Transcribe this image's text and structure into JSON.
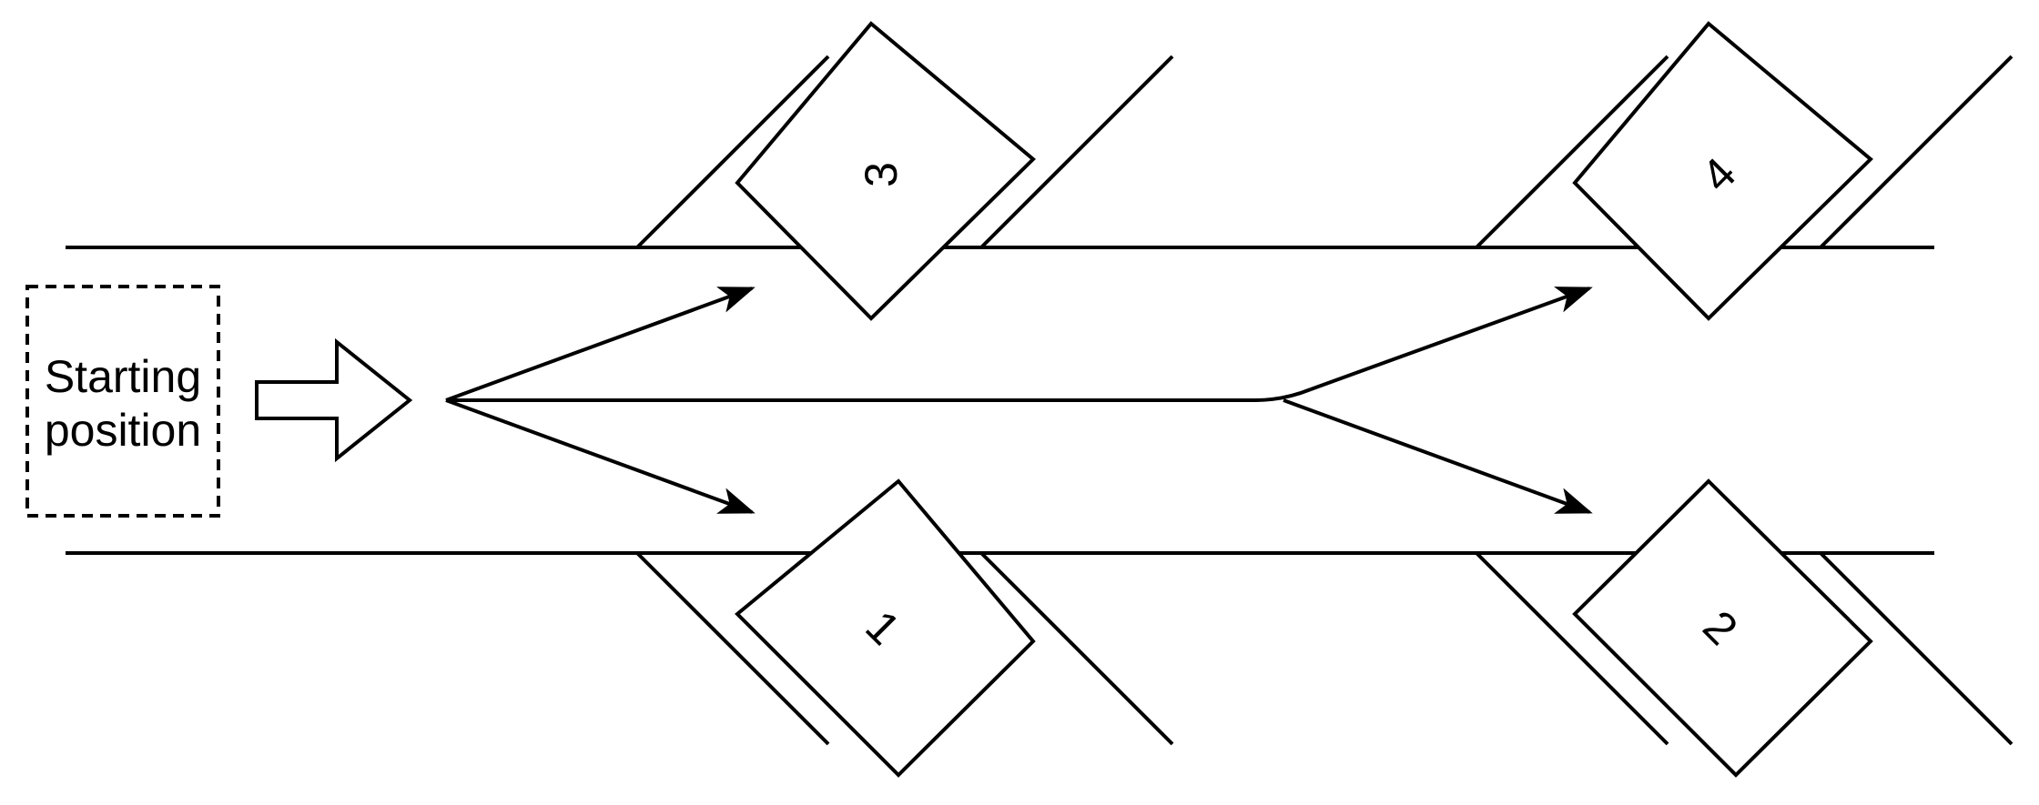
{
  "start": {
    "line1": "Starting",
    "line2": "position"
  },
  "rooms": [
    {
      "id": "room-1",
      "label": "1"
    },
    {
      "id": "room-2",
      "label": "2"
    },
    {
      "id": "room-3",
      "label": "3"
    },
    {
      "id": "room-4",
      "label": "4"
    }
  ],
  "colors": {
    "stroke": "#000000",
    "background": "#ffffff"
  }
}
